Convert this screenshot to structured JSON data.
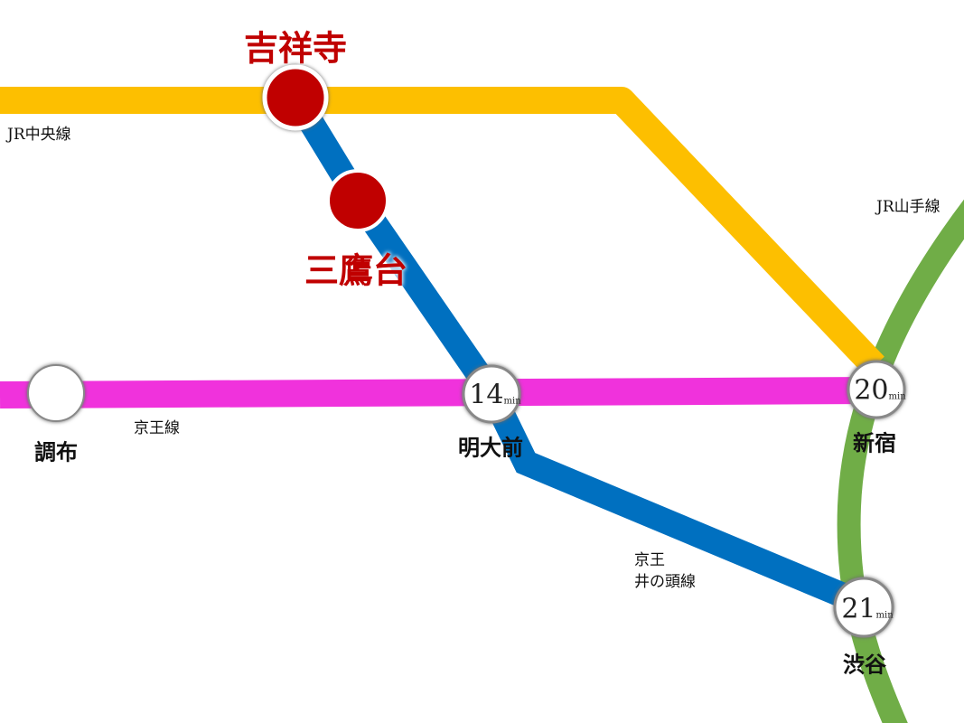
{
  "lines": [
    {
      "name": "JR中央線",
      "color": "#fdbf00"
    },
    {
      "name": "京王井の頭線",
      "color": "#0070c0",
      "label_lines": [
        "京王",
        "井の頭線"
      ]
    },
    {
      "name": "京王線",
      "color": "#f032dc"
    },
    {
      "name": "JR山手線",
      "color": "#70ad47"
    }
  ],
  "stations": {
    "kichijoji": "吉祥寺",
    "mitakadai": "三鷹台",
    "chofu": "調布",
    "meidaimae": {
      "name": "明大前",
      "minutes": "14",
      "unit": "min"
    },
    "shinjuku": {
      "name": "新宿",
      "minutes": "20",
      "unit": "min"
    },
    "shibuya": {
      "name": "渋谷",
      "minutes": "21",
      "unit": "min"
    }
  }
}
